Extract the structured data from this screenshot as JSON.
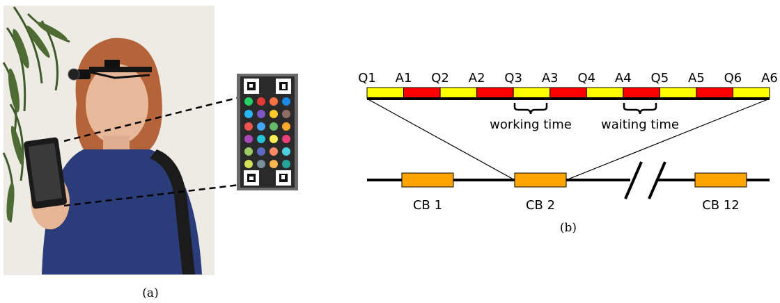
{
  "panel_a": {
    "caption": "(a)",
    "photo_description_free": true
  },
  "panel_b": {
    "caption": "(b)",
    "timeline_labels": [
      "Q1",
      "A1",
      "Q2",
      "A2",
      "Q3",
      "A3",
      "Q4",
      "A4",
      "Q5",
      "A5",
      "Q6",
      "A6"
    ],
    "segment_colors": [
      "#ffff00",
      "#ff0000"
    ],
    "segment_pattern": [
      "yellow",
      "red",
      "yellow",
      "red",
      "yellow",
      "red",
      "yellow",
      "red",
      "yellow",
      "red",
      "yellow"
    ],
    "working_time_label": "working time",
    "waiting_time_label": "waiting time",
    "blocks": [
      "CB 1",
      "CB 2",
      "CB 12"
    ],
    "block_color": "#ffa500",
    "break_symbol": "//"
  }
}
